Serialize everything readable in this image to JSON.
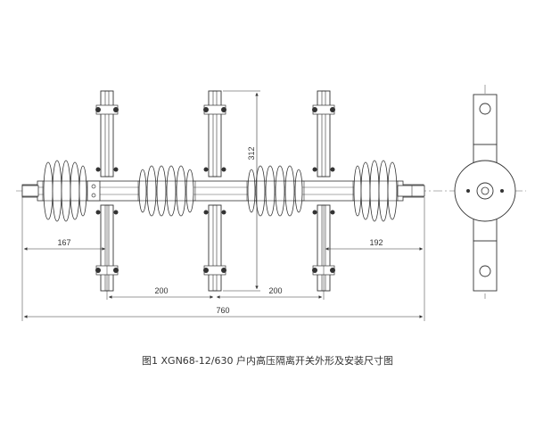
{
  "dimensions": {
    "height": "312",
    "left": "167",
    "right": "192",
    "pitch_1": "200",
    "pitch_2": "200",
    "overall": "760"
  },
  "caption": "图1  XGN68-12/630 户内高压隔离开关外形及安装尺寸图"
}
